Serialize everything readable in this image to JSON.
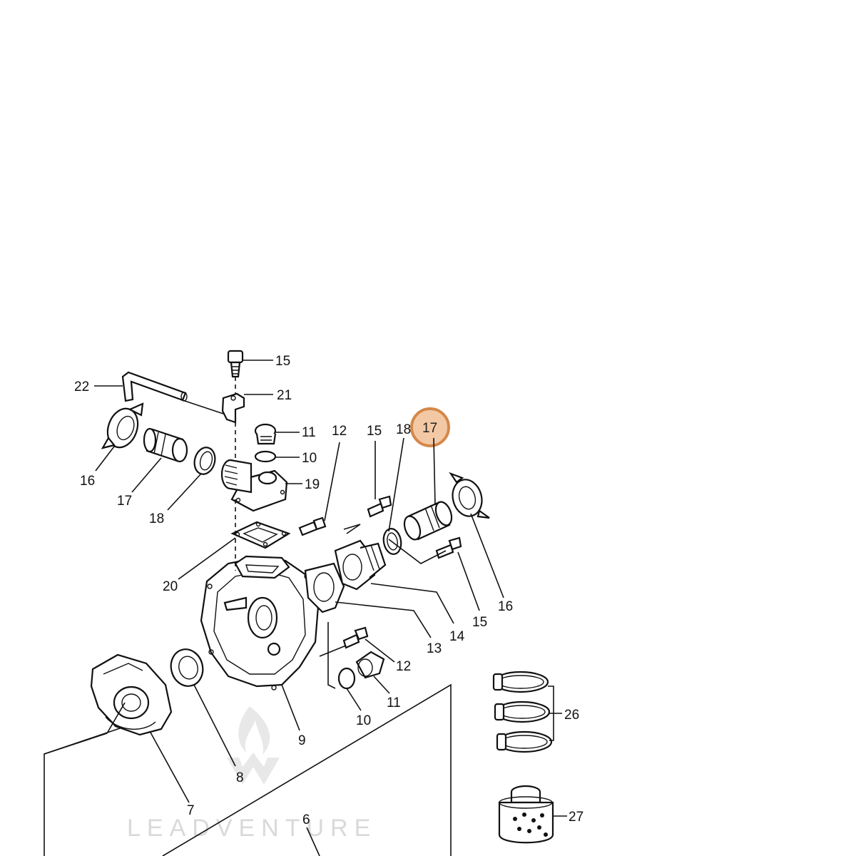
{
  "diagram": {
    "callouts": {
      "c15_top": "15",
      "c21": "21",
      "c22": "22",
      "c11_top": "11",
      "c10_top": "10",
      "c19": "19",
      "c12_top": "12",
      "c15_mid": "15",
      "c18_right": "18",
      "c17_right": "17",
      "c16_left": "16",
      "c17_left": "17",
      "c18_left": "18",
      "c20": "20",
      "c16_right": "16",
      "c15_right": "15",
      "c14": "14",
      "c13": "13",
      "c12_bottom": "12",
      "c11_bottom": "11",
      "c10_bottom": "10",
      "c9": "9",
      "c8": "8",
      "c7": "7",
      "c6": "6",
      "c26": "26",
      "c27": "27"
    },
    "highlight": {
      "label": "17",
      "color": "#d4884a"
    }
  },
  "watermark": {
    "text": "LEADVENTURE",
    "color": "#d9d9d9"
  }
}
